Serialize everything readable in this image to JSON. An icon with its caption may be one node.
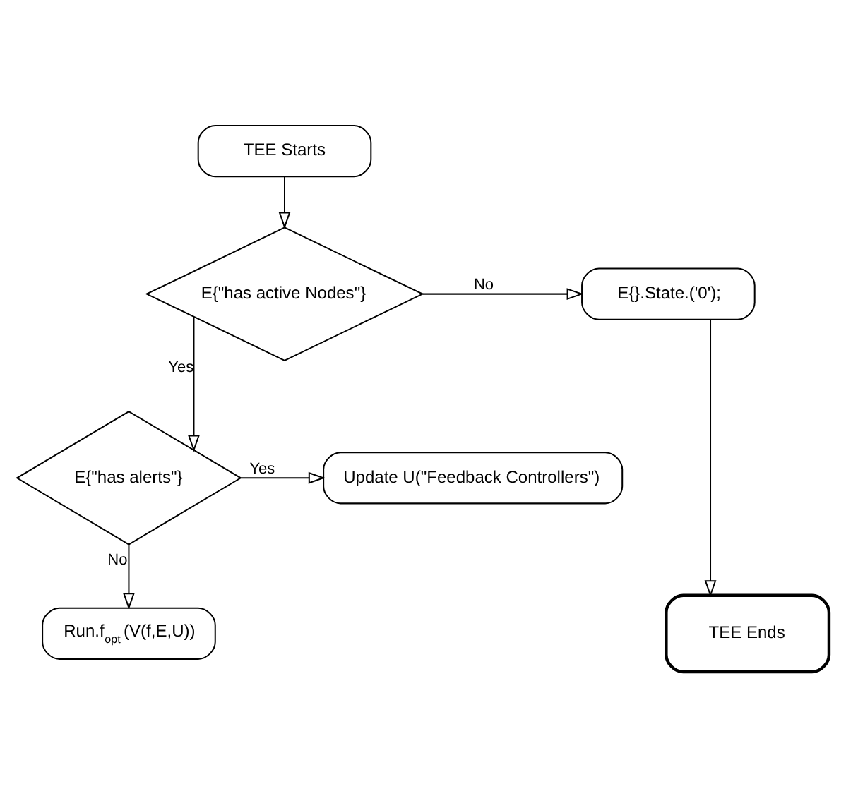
{
  "diagram": {
    "nodes": [
      {
        "text": [
          "TEE Starts"
        ]
      },
      {
        "text": [
          "E{\"has active Nodes\"}"
        ]
      },
      {
        "text": [
          "E{}.State.('0');"
        ]
      },
      {
        "text": [
          "E{\"has alerts\"}"
        ]
      },
      {
        "text": [
          "Update U(\"Feedback Controllers\")"
        ]
      },
      {
        "text": [
          "Run.f$_{opt}$ (V(f,E,U))"
        ]
      },
      {
        "text": [
          "TEE Ends"
        ]
      }
    ],
    "edges": [
      {
        "from": 0,
        "to": 1,
        "arrow": "to"
      },
      {
        "from": 1,
        "to": 2,
        "arrow": "to",
        "label": "No"
      },
      {
        "from": 1,
        "to": 3,
        "arrow": "to",
        "label": "Yes"
      },
      {
        "from": 3,
        "to": 4,
        "arrow": "to",
        "label": "Yes"
      },
      {
        "from": 3,
        "to": 5,
        "arrow": "to",
        "label": "No"
      },
      {
        "from": 2,
        "to": 6,
        "arrow": "to"
      }
    ]
  }
}
